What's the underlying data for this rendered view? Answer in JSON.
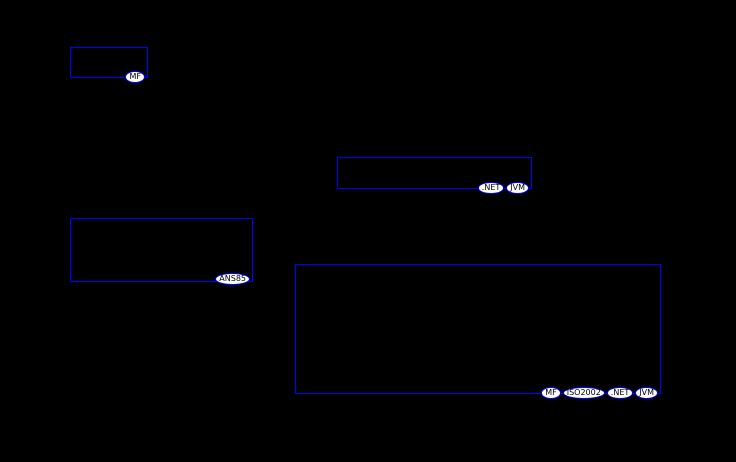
{
  "colors": {
    "background": "#000000",
    "box_border": "#0000ff",
    "badge_border": "#0000ff",
    "badge_fill": "#ffffff",
    "badge_text": "#000000"
  },
  "boxes": [
    {
      "name": "code-box-1",
      "badges": [
        "MF"
      ]
    },
    {
      "name": "code-box-2",
      "badges": [
        ".NET",
        "JVM"
      ]
    },
    {
      "name": "code-box-3",
      "badges": [
        "ANS85"
      ]
    },
    {
      "name": "code-box-4",
      "badges": [
        "MF",
        "ISO2002",
        ".NET",
        "JVM"
      ]
    }
  ]
}
